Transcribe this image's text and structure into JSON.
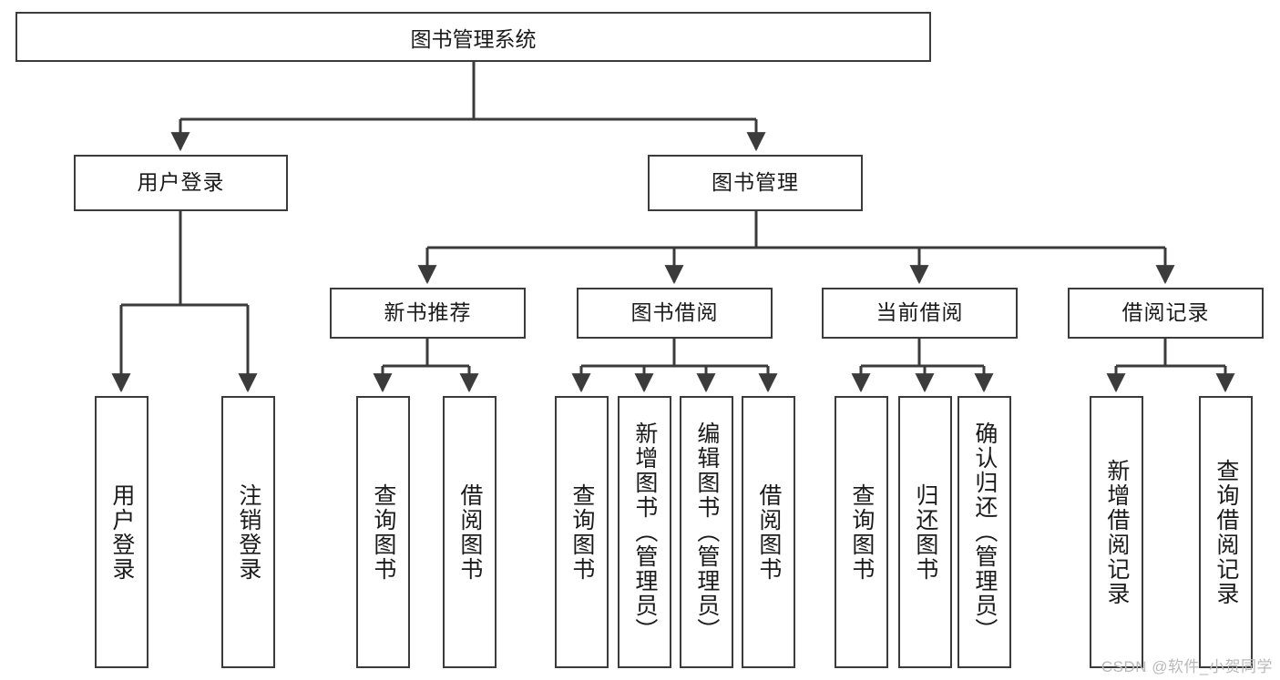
{
  "diagram": {
    "title": "图书管理系统",
    "type": "tree",
    "watermark": "CSDN @软件_小贺同学",
    "colors": {
      "box_border": "#3b3b3b",
      "box_fill": "#ffffff",
      "connector": "#3b3b3b",
      "text": "#1a1a1a",
      "watermark": "#b9b9b9"
    },
    "levels": {
      "root": [
        "图书管理系统"
      ],
      "level2": [
        "用户登录",
        "图书管理"
      ],
      "level3": [
        "新书推荐",
        "图书借阅",
        "当前借阅",
        "借阅记录"
      ],
      "leaves": [
        "用户登录",
        "注销登录",
        "查询图书",
        "借阅图书",
        "查询图书",
        "新增图书（管理员）",
        "编辑图书（管理员）",
        "借阅图书",
        "查询图书",
        "归还图书",
        "确认归还（管理员）",
        "新增借阅记录",
        "查询借阅记录"
      ]
    },
    "nodes": {
      "root": {
        "label": "图书管理系统"
      },
      "user_login": {
        "label": "用户登录"
      },
      "book_mgmt": {
        "label": "图书管理"
      },
      "new_book_rec": {
        "label": "新书推荐"
      },
      "book_borrow": {
        "label": "图书借阅"
      },
      "current_borrow": {
        "label": "当前借阅"
      },
      "borrow_record": {
        "label": "借阅记录"
      },
      "leaf_user_login": {
        "label": "用户登录"
      },
      "leaf_logout": {
        "label": "注销登录"
      },
      "leaf_query_book_1": {
        "label": "查询图书"
      },
      "leaf_borrow_book_1": {
        "label": "借阅图书"
      },
      "leaf_query_book_2": {
        "label": "查询图书"
      },
      "leaf_add_book": {
        "label": "新增图书（管理员）"
      },
      "leaf_edit_book": {
        "label": "编辑图书（管理员）"
      },
      "leaf_borrow_book_2": {
        "label": "借阅图书"
      },
      "leaf_query_book_3": {
        "label": "查询图书"
      },
      "leaf_return_book": {
        "label": "归还图书"
      },
      "leaf_confirm_return": {
        "label": "确认归还（管理员）"
      },
      "leaf_add_record": {
        "label": "新增借阅记录"
      },
      "leaf_query_record": {
        "label": "查询借阅记录"
      }
    }
  }
}
